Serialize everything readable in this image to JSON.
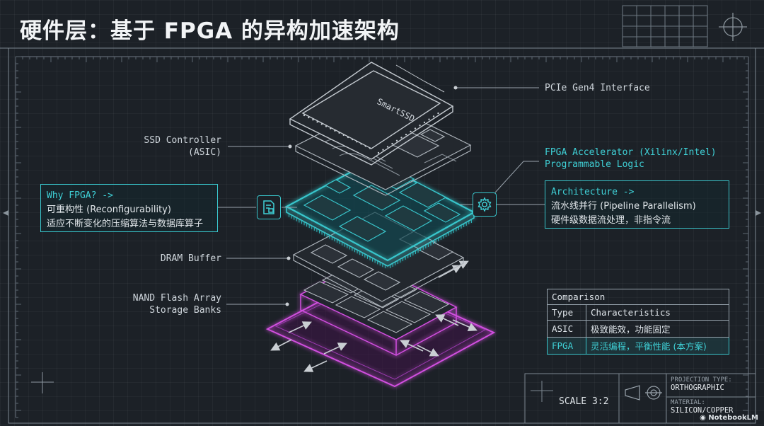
{
  "title": "硬件层：基于 FPGA 的异构加速架构",
  "chip_text": "SmartSSD",
  "labels": {
    "pcie": "PCIe Gen4 Interface",
    "ssd_controller_1": "SSD Controller",
    "ssd_controller_2": "(ASIC)",
    "fpga_1": "FPGA Accelerator (Xilinx/Intel)",
    "fpga_2": "Programmable Logic",
    "dram": "DRAM Buffer",
    "nand_1": "NAND Flash Array",
    "nand_2": "Storage Banks"
  },
  "why_box": {
    "heading": "Why FPGA? ->",
    "line1": "可重构性 (Reconfigurability)",
    "line2": "适应不断变化的压缩算法与数据库算子"
  },
  "arch_box": {
    "heading": "Architecture ->",
    "line1": "流水线并行 (Pipeline Parallelism)",
    "line2": "硬件级数据流处理，非指令流"
  },
  "comparison": {
    "caption": "Comparison",
    "headers": [
      "Type",
      "Characteristics"
    ],
    "rows": [
      {
        "type": "ASIC",
        "desc": "极致能效，功能固定"
      },
      {
        "type": "FPGA",
        "desc": "灵活编程，平衡性能 (本方案)"
      }
    ]
  },
  "title_block": {
    "scale": "SCALE 3:2",
    "projection_label": "PROJECTION TYPE:",
    "projection_value": "ORTHOGRAPHIC",
    "material_label": "MATERIAL:",
    "material_value": "SILICON/COPPER"
  },
  "watermark": "NotebookLM",
  "colors": {
    "accent": "#39c6cc",
    "magenta": "#d24fe0",
    "background": "#1c2127"
  },
  "icons": [
    "document-chip-icon",
    "gear-icon",
    "crosshair-icon",
    "notebooklm-logo-icon"
  ]
}
